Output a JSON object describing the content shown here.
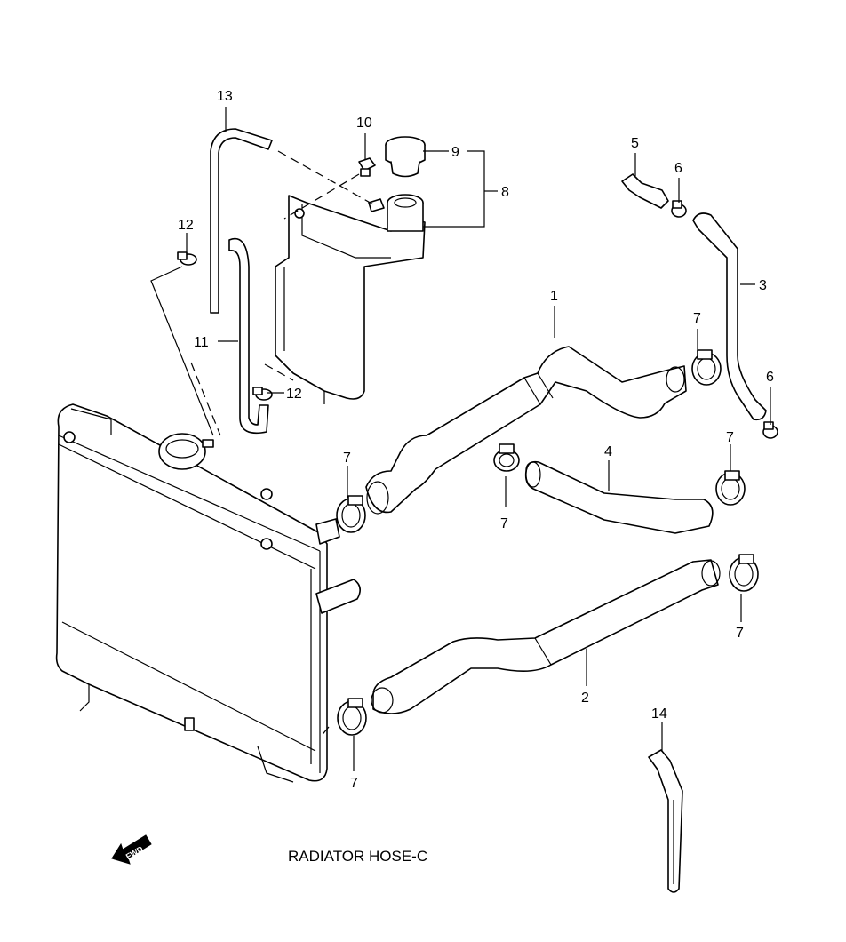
{
  "caption": "RADIATOR HOSE-C",
  "fwd_label": "FWD",
  "callouts": {
    "c1": "1",
    "c2": "2",
    "c3": "3",
    "c4": "4",
    "c5": "5",
    "c6a": "6",
    "c6b": "6",
    "c7a": "7",
    "c7b": "7",
    "c7c": "7",
    "c7d": "7",
    "c7e": "7",
    "c7f": "7",
    "c8": "8",
    "c9": "9",
    "c10": "10",
    "c11": "11",
    "c12a": "12",
    "c12b": "12",
    "c13": "13",
    "c14": "14"
  }
}
